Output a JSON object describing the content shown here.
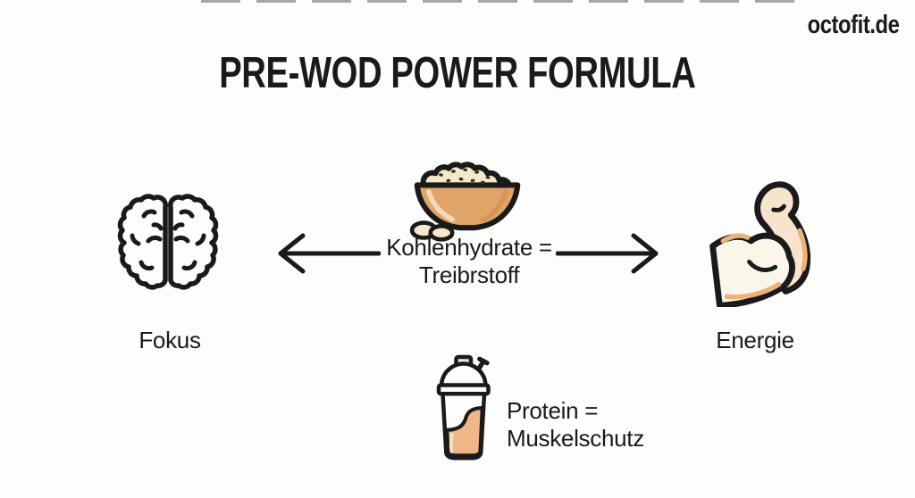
{
  "brand": {
    "text": "octofit.de"
  },
  "title": {
    "text": "PRE-WOD POWER FORMULA"
  },
  "diagram": {
    "center": {
      "icon": "porridge-bowl-icon",
      "label_line1": "Kohlenhydrate =",
      "label_line2": "Treibrstoff"
    },
    "left": {
      "icon": "brain-icon",
      "label": "Fokus"
    },
    "right": {
      "icon": "flexed-biceps-icon",
      "label": "Energie"
    },
    "bottom": {
      "icon": "protein-shaker-icon",
      "label_line1": "Protein =",
      "label_line2": "Muskelschutz"
    },
    "connectors": [
      "arrow-left-icon",
      "arrow-right-icon"
    ]
  },
  "colors": {
    "ink": "#1a1a1a",
    "cream": "#f5e8cb",
    "tan": "#e0a368",
    "liquid": "#efb787",
    "shade": "#eab27c",
    "speckle": "#3b2b1a",
    "highlight": "#f8e3cd",
    "bowlshade": "#d08c4e"
  }
}
